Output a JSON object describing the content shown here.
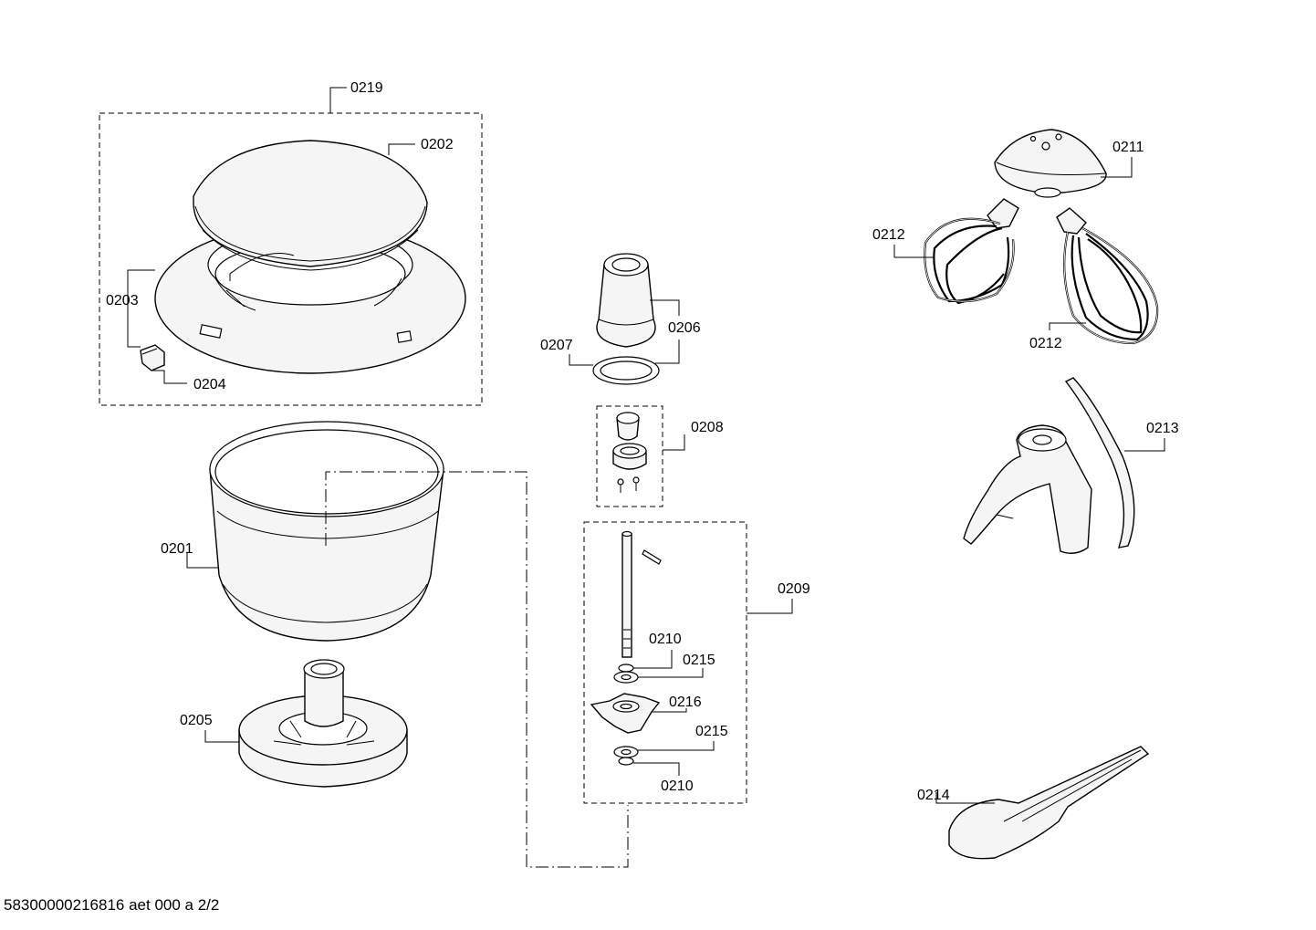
{
  "labels": {
    "l0219": "0219",
    "l0202": "0202",
    "l0203": "0203",
    "l0204": "0204",
    "l0201": "0201",
    "l0205": "0205",
    "l0207": "0207",
    "l0206": "0206",
    "l0208": "0208",
    "l0209": "0209",
    "l0210a": "0210",
    "l0215a": "0215",
    "l0216": "0216",
    "l0215b": "0215",
    "l0210b": "0210",
    "l0211": "0211",
    "l0212a": "0212",
    "l0212b": "0212",
    "l0213": "0213",
    "l0214": "0214"
  },
  "footer": "58300000216816 aet 000 a 2/2"
}
